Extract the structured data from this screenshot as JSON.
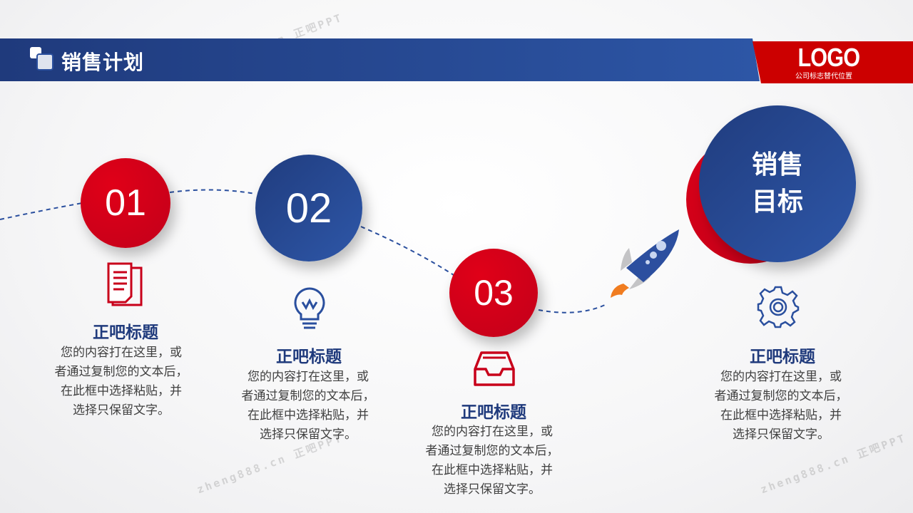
{
  "header": {
    "title": "销售计划",
    "logo": "LOGO",
    "logo_sub": "公司标志替代位置"
  },
  "steps": [
    {
      "number": "01",
      "title": "正吧标题",
      "lines": [
        "您的内容打在这里，或",
        "者通过复制您的文本后，",
        "在此框中选择粘贴，并",
        "选择只保留文字。"
      ],
      "icon": "document-icon"
    },
    {
      "number": "02",
      "title": "正吧标题",
      "lines": [
        "您的内容打在这里，或",
        "者通过复制您的文本后，",
        "在此框中选择粘贴，并",
        "选择只保留文字。"
      ],
      "icon": "lightbulb-icon"
    },
    {
      "number": "03",
      "title": "正吧标题",
      "lines": [
        "您的内容打在这里，或",
        "者通过复制您的文本后，",
        "在此框中选择粘贴，并",
        "选择只保留文字。"
      ],
      "icon": "inbox-icon"
    }
  ],
  "goal": {
    "line1": "销售",
    "line2": "目标",
    "title": "正吧标题",
    "lines": [
      "您的内容打在这里，或",
      "者通过复制您的文本后，",
      "在此框中选择粘贴，并",
      "选择只保留文字。"
    ],
    "icon": "gear-icon"
  },
  "watermark": "zheng888.cn 正吧PPT",
  "colors": {
    "red": "#c8001a",
    "blue": "#2a4f9e"
  }
}
